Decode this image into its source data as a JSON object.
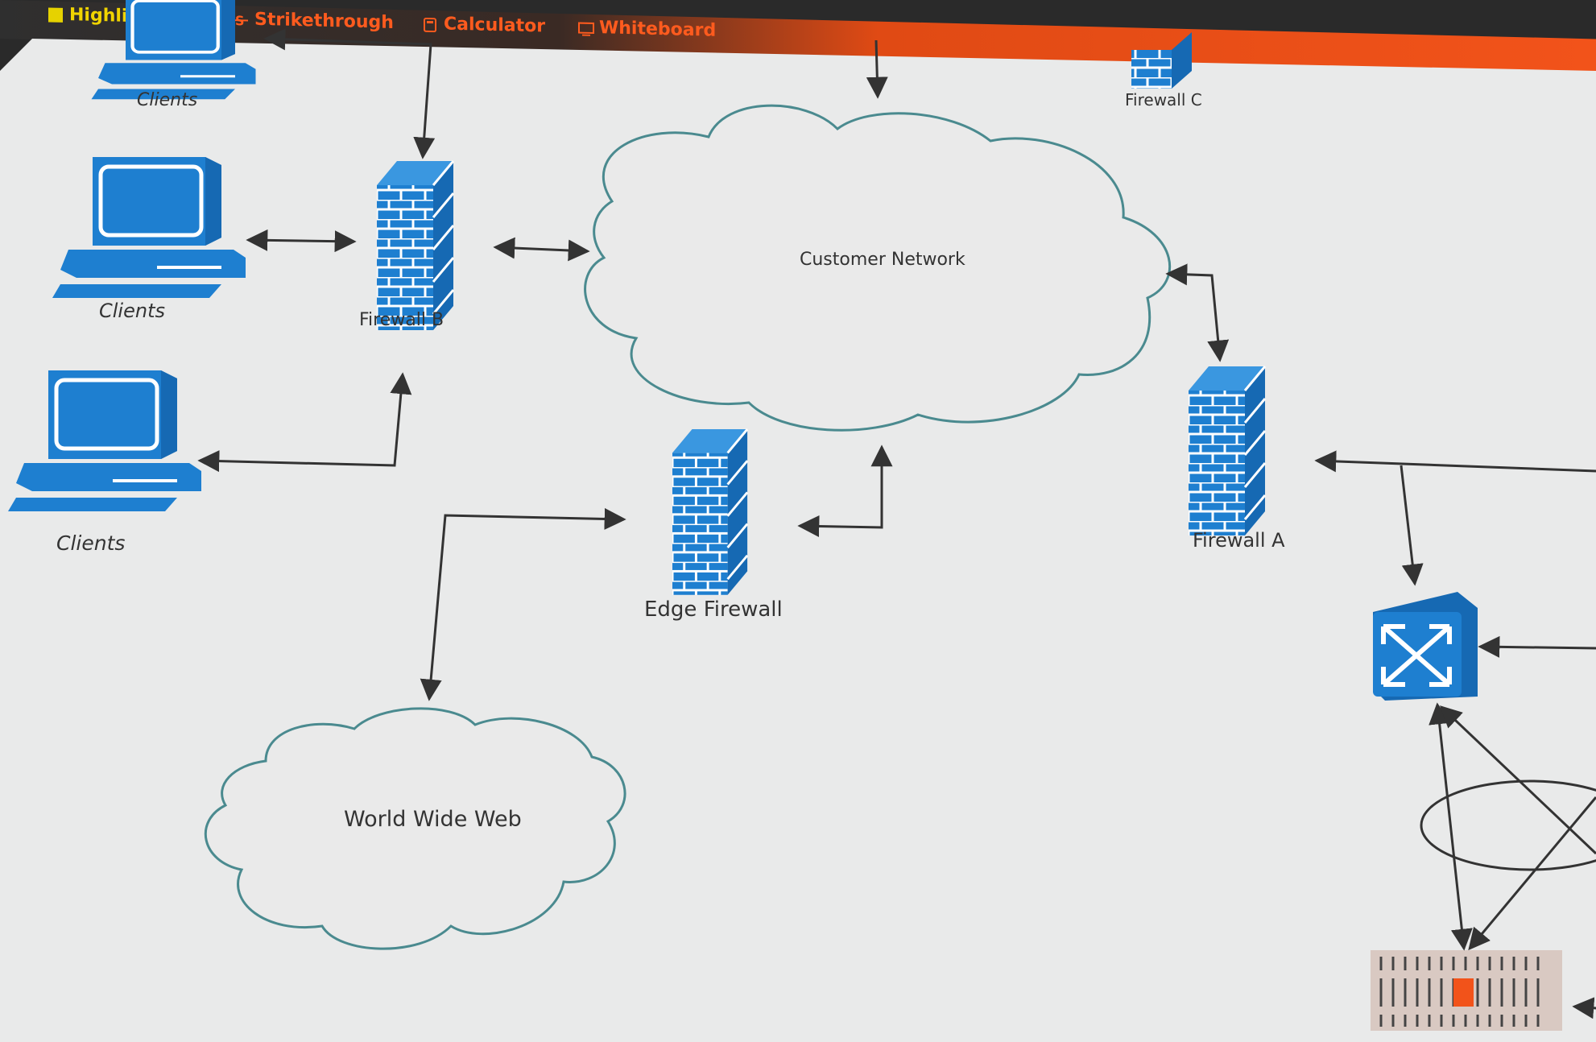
{
  "toolbar": {
    "items": [
      {
        "label": "Highlight",
        "icon": "highlight-icon"
      },
      {
        "label": "Strikethrough",
        "icon": "strikethrough-icon"
      },
      {
        "label": "Calculator",
        "icon": "calculator-icon"
      },
      {
        "label": "Whiteboard",
        "icon": "whiteboard-icon"
      }
    ]
  },
  "diagram": {
    "nodes": {
      "clients_top": "Clients",
      "clients_middle": "Clients",
      "clients_bottom": "Clients",
      "firewall_b": "Firewall B",
      "firewall_c": "Firewall C",
      "firewall_a": "Firewall A",
      "edge_firewall": "Edge Firewall",
      "customer_network": "Customer Network",
      "world_wide_web": "World Wide Web"
    }
  },
  "colors": {
    "device_blue": "#1e7fd0",
    "cloud_stroke": "#4a8a8f",
    "accent_orange": "#f2531a"
  }
}
